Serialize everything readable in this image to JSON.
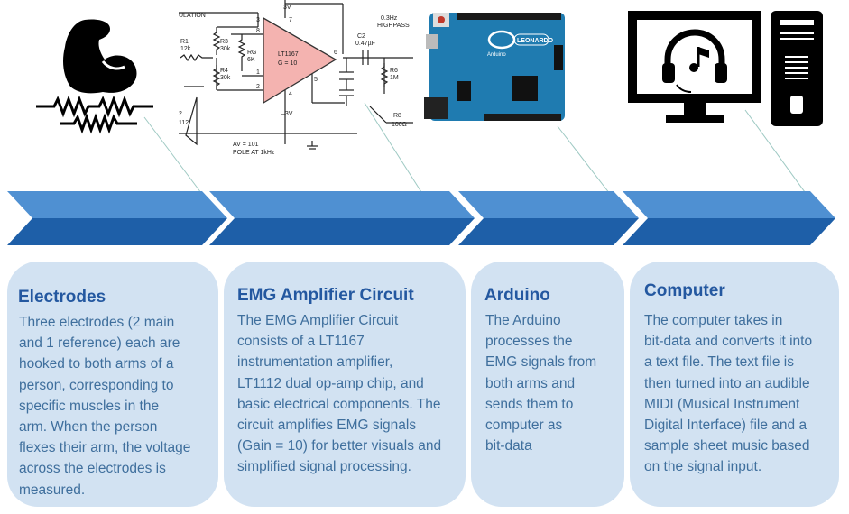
{
  "colors": {
    "chevron_top": "#4f90d2",
    "chevron_bottom": "#1e5fa8",
    "card_bg": "#d2e2f2",
    "title": "#2458a0",
    "body": "#3f6f9d",
    "circuit_amp": "#f4b3b0",
    "arduino_board": "#1f7bb0"
  },
  "icons": {
    "muscle": "flexed-arm-icon",
    "circuit": "amplifier-schematic",
    "arduino": "arduino-leonardo-board",
    "computer": "computer-music-icon"
  },
  "circuit": {
    "top_label": "ULATION",
    "r1": "R1",
    "r1_val": "12k",
    "r3": "R3",
    "r3_val": "30k",
    "rg": "RG",
    "rg_val": "6K",
    "r4": "R4",
    "r4_val": "30k",
    "chip": "LT1167",
    "gain": "G = 10",
    "pin3": "3",
    "pin8": "8",
    "pin2": "2",
    "pin1": "1",
    "pin7": "7",
    "pin4": "4",
    "pin5": "5",
    "pin6": "6",
    "v_pos": "3V",
    "v_neg": "–3V",
    "c2": "C2",
    "c2_val": "0.47µF",
    "hp": "0.3Hz",
    "hp2": "HIGHPASS",
    "r6": "R6",
    "r6_val": "1M",
    "r8": "R8",
    "r8_val": "100Ω",
    "av": "AV = 101",
    "pole": "POLE AT 1kHz",
    "left2": "2",
    "left112": "112"
  },
  "arduino": {
    "name": "LEONARDO",
    "brand": "Arduino"
  },
  "cards": [
    {
      "title": "Electrodes",
      "lines": [
        "Three electrodes (2 main",
        "and 1 reference) each are",
        "hooked to both arms of a",
        "person, corresponding to",
        "specific muscles in the",
        "arm. When the person",
        "flexes their arm, the voltage",
        "across the electrodes is",
        "measured."
      ]
    },
    {
      "title": "EMG Amplifier Circuit",
      "lines": [
        "The EMG Amplifier Circuit",
        "consists of a LT1167",
        "instrumentation amplifier,",
        "LT1112 dual op-amp chip, and",
        "basic electrical components. The",
        "circuit amplifies EMG signals",
        "(Gain = 10) for better visuals and",
        "simplified signal processing."
      ]
    },
    {
      "title": "Arduino",
      "lines": [
        "The Arduino",
        "processes the",
        "EMG signals from",
        "both arms and",
        "sends them to",
        "computer as",
        "bit-data"
      ]
    },
    {
      "title": "Computer",
      "lines": [
        "The computer takes in",
        "bit-data and converts it into",
        "a text file. The text file is",
        "then turned into an audible",
        "MIDI (Musical Instrument",
        "Digital Interface) file and a",
        "sample sheet music based",
        "on the signal input."
      ]
    }
  ]
}
